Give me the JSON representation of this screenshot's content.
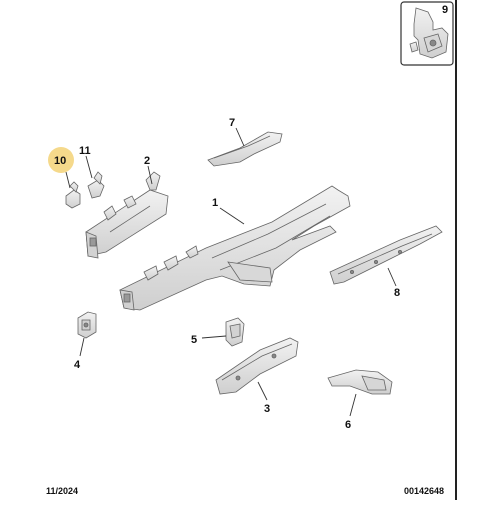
{
  "diagram": {
    "callouts": [
      {
        "id": "1",
        "label": "1",
        "highlighted": false
      },
      {
        "id": "2",
        "label": "2",
        "highlighted": false
      },
      {
        "id": "3",
        "label": "3",
        "highlighted": false
      },
      {
        "id": "4",
        "label": "4",
        "highlighted": false
      },
      {
        "id": "5",
        "label": "5",
        "highlighted": false
      },
      {
        "id": "6",
        "label": "6",
        "highlighted": false
      },
      {
        "id": "7",
        "label": "7",
        "highlighted": false
      },
      {
        "id": "8",
        "label": "8",
        "highlighted": false
      },
      {
        "id": "9",
        "label": "9",
        "highlighted": false
      },
      {
        "id": "10",
        "label": "10",
        "highlighted": true
      },
      {
        "id": "11",
        "label": "11",
        "highlighted": false
      }
    ],
    "highlight_color": "#f5d98b",
    "part_fill": "#e4e4e4",
    "part_stroke": "#6a6a6a"
  },
  "footer": {
    "date": "11/2024",
    "reference": "00142648"
  }
}
